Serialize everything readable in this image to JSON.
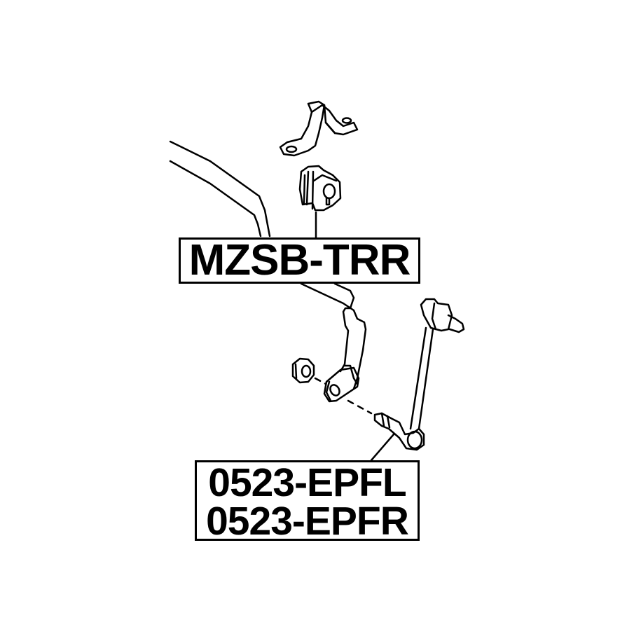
{
  "labels": {
    "bushing": "MZSB-TRR",
    "link_left": "0523-EPFL",
    "link_right": "0523-EPFR"
  },
  "colors": {
    "line": "#000000",
    "background": "#ffffff"
  }
}
